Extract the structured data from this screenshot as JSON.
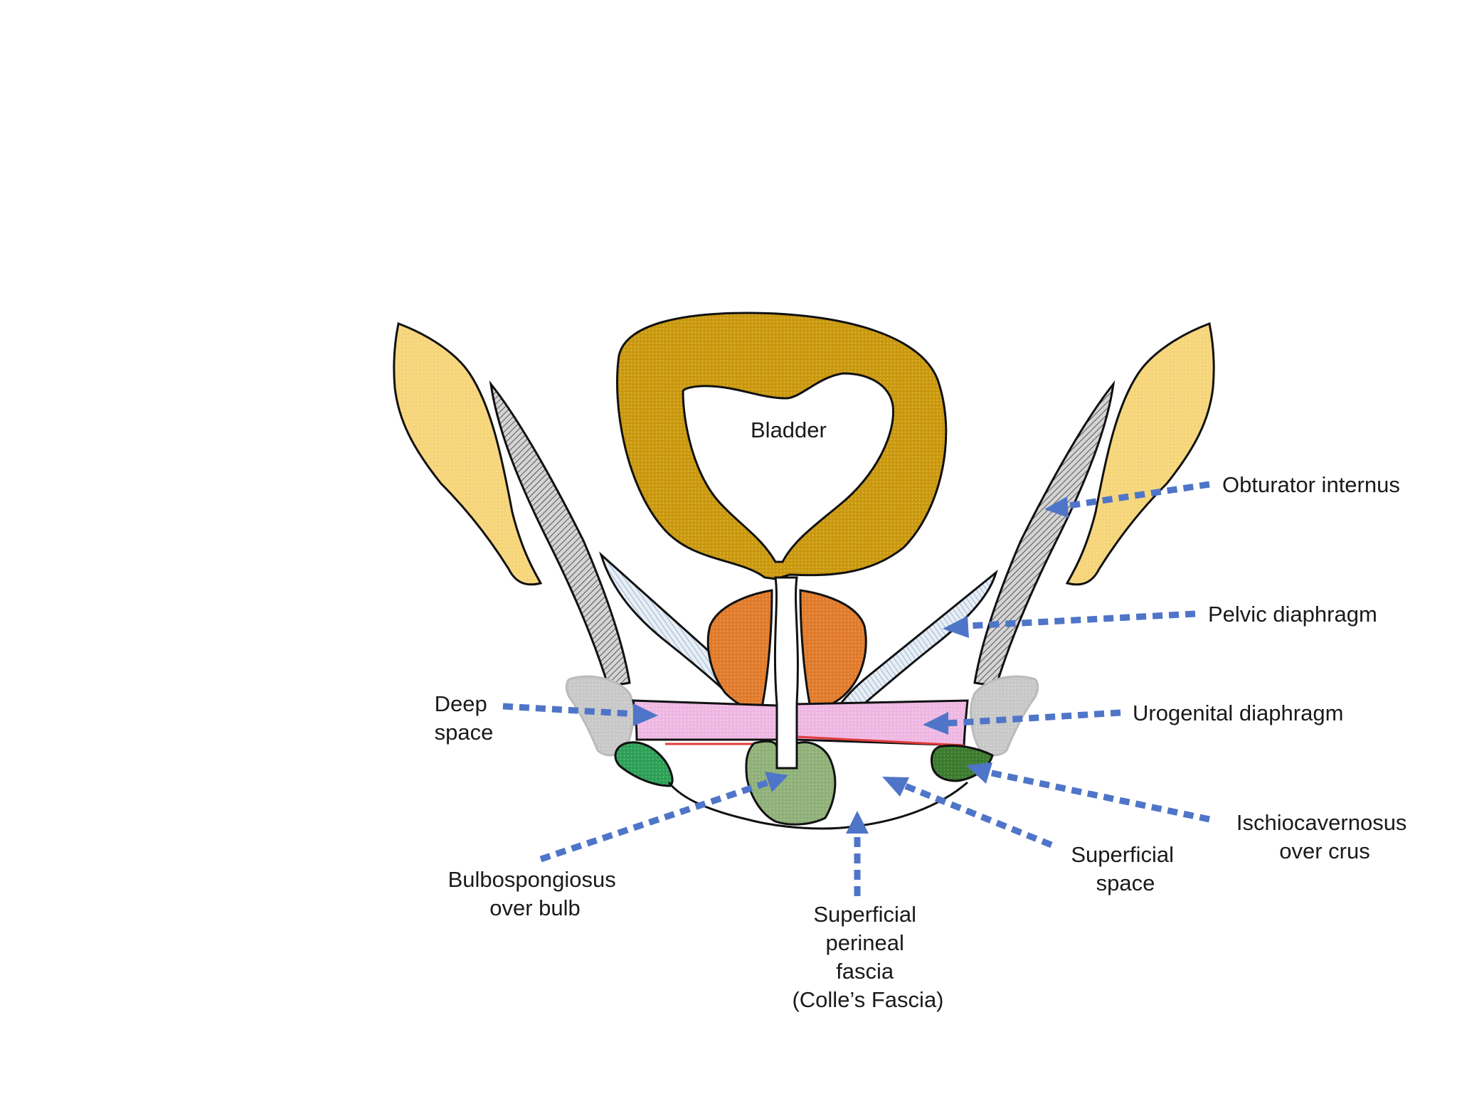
{
  "labels": {
    "bladder": "Bladder",
    "obturator_internus": "Obturator internus",
    "pelvic_diaphragm": "Pelvic diaphragm",
    "deep_space": [
      "Deep",
      "space"
    ],
    "urogenital_diaphragm": "Urogenital diaphragm",
    "ischiocavernosus": [
      "Ischiocavernosus",
      "over crus"
    ],
    "superficial_space": [
      "Superficial",
      "space"
    ],
    "bulbospongiosus": [
      "Bulbospongiosus",
      "over bulb"
    ],
    "colles_fascia": [
      "Superficial",
      "perineal",
      "fascia",
      "(Colle’s Fascia)"
    ]
  },
  "colors": {
    "bone": "#f6d57a",
    "bladder": "#c9980f",
    "obturator": "#c8c8c8",
    "levator": "#dce7f2",
    "prostate": "#e07b2c",
    "urogenital": "#eeb6e2",
    "bulb": "#8fb078",
    "crus": "#2e9f57",
    "arrow": "#4f75c8",
    "outline": "#111111"
  }
}
